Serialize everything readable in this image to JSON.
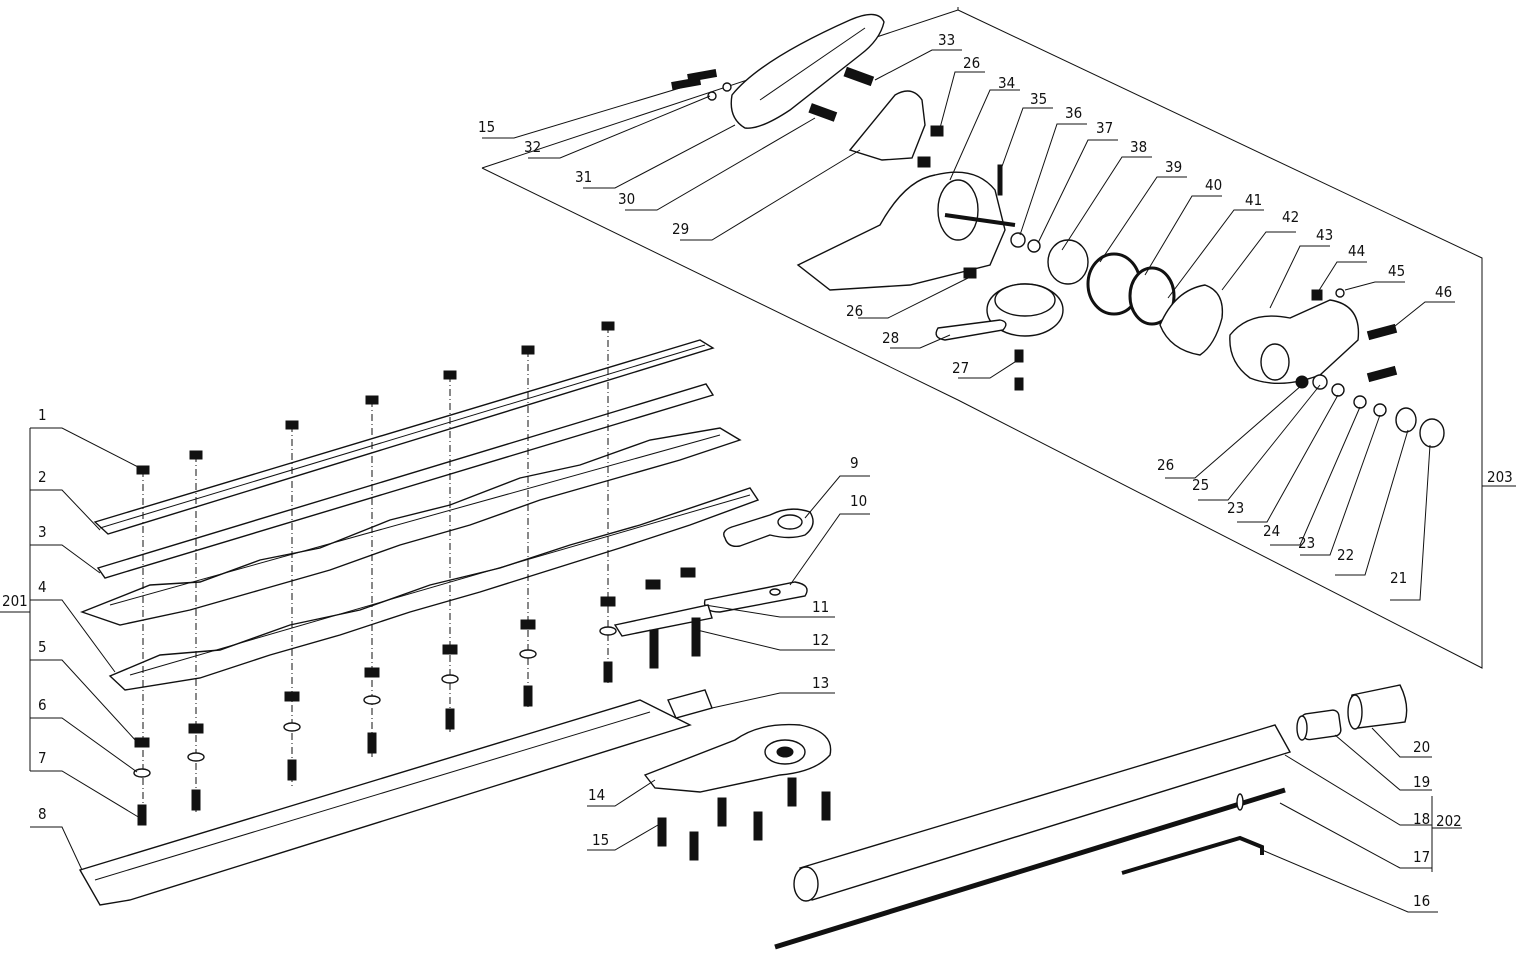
{
  "diagram": {
    "callouts": [
      {
        "id": "c1",
        "text": "1"
      },
      {
        "id": "c2",
        "text": "2"
      },
      {
        "id": "c3",
        "text": "3"
      },
      {
        "id": "c4",
        "text": "4"
      },
      {
        "id": "c5",
        "text": "5"
      },
      {
        "id": "c6",
        "text": "6"
      },
      {
        "id": "c7",
        "text": "7"
      },
      {
        "id": "c8",
        "text": "8"
      },
      {
        "id": "c9",
        "text": "9"
      },
      {
        "id": "c10",
        "text": "10"
      },
      {
        "id": "c11",
        "text": "11"
      },
      {
        "id": "c12",
        "text": "12"
      },
      {
        "id": "c13",
        "text": "13"
      },
      {
        "id": "c14",
        "text": "14"
      },
      {
        "id": "c15a",
        "text": "15"
      },
      {
        "id": "c15b",
        "text": "15"
      },
      {
        "id": "c16",
        "text": "16"
      },
      {
        "id": "c17",
        "text": "17"
      },
      {
        "id": "c18",
        "text": "18"
      },
      {
        "id": "c19",
        "text": "19"
      },
      {
        "id": "c20",
        "text": "20"
      },
      {
        "id": "c21",
        "text": "21"
      },
      {
        "id": "c22",
        "text": "22"
      },
      {
        "id": "c23a",
        "text": "23"
      },
      {
        "id": "c23b",
        "text": "23"
      },
      {
        "id": "c24",
        "text": "24"
      },
      {
        "id": "c25",
        "text": "25"
      },
      {
        "id": "c26a",
        "text": "26"
      },
      {
        "id": "c26b",
        "text": "26"
      },
      {
        "id": "c26c",
        "text": "26"
      },
      {
        "id": "c27",
        "text": "27"
      },
      {
        "id": "c28",
        "text": "28"
      },
      {
        "id": "c29",
        "text": "29"
      },
      {
        "id": "c30",
        "text": "30"
      },
      {
        "id": "c31",
        "text": "31"
      },
      {
        "id": "c32",
        "text": "32"
      },
      {
        "id": "c33",
        "text": "33"
      },
      {
        "id": "c34",
        "text": "34"
      },
      {
        "id": "c35",
        "text": "35"
      },
      {
        "id": "c36",
        "text": "36"
      },
      {
        "id": "c37",
        "text": "37"
      },
      {
        "id": "c38",
        "text": "38"
      },
      {
        "id": "c39",
        "text": "39"
      },
      {
        "id": "c40",
        "text": "40"
      },
      {
        "id": "c41",
        "text": "41"
      },
      {
        "id": "c42",
        "text": "42"
      },
      {
        "id": "c43",
        "text": "43"
      },
      {
        "id": "c44",
        "text": "44"
      },
      {
        "id": "c45",
        "text": "45"
      },
      {
        "id": "c46",
        "text": "46"
      },
      {
        "id": "c201",
        "text": "201"
      },
      {
        "id": "c202",
        "text": "202"
      },
      {
        "id": "c203",
        "text": "203"
      }
    ]
  }
}
